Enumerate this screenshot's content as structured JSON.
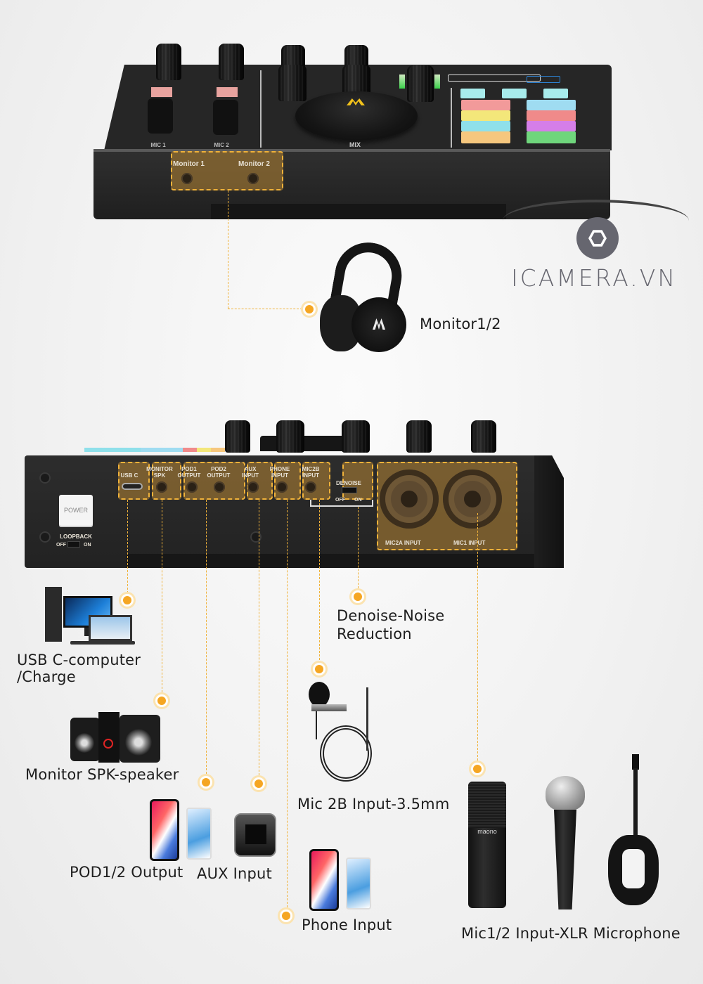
{
  "watermark": {
    "brand": "ICAMERA.VN"
  },
  "top_device": {
    "panel_labels": {
      "mic1": "MIC 1",
      "mic2": "MIC 2",
      "mix": "MIX"
    },
    "ports": [
      {
        "label": "Monitor 1"
      },
      {
        "label": "Monitor 2"
      }
    ]
  },
  "headphones": {
    "label": "Monitor1/2"
  },
  "rear_device": {
    "power_button": "POWER",
    "loopback": {
      "title": "LOOPBACK",
      "off": "OFF",
      "on": "ON"
    },
    "ports": [
      {
        "label": "USB C"
      },
      {
        "label": "MONITOR SPK"
      },
      {
        "label": "POD1 OUTPUT"
      },
      {
        "label": "POD2 OUTPUT"
      },
      {
        "label": "AUX INPUT"
      },
      {
        "label": "PHONE INPUT"
      },
      {
        "label": "MIC2B INPUT"
      }
    ],
    "denoise": {
      "title": "DENOISE",
      "off": "OFF",
      "on": "ON"
    },
    "xlr": [
      {
        "label": "MIC2A INPUT"
      },
      {
        "label": "MIC1 INPUT"
      }
    ]
  },
  "connections": [
    {
      "label_line1": "USB C-computer",
      "label_line2": "/Charge",
      "device": "desktop-and-laptop"
    },
    {
      "label": "Monitor SPK-speaker",
      "device": "speaker-system"
    },
    {
      "label": "POD1/2 Output",
      "device": "smartphones"
    },
    {
      "label": "AUX Input",
      "device": "mp3-player"
    },
    {
      "label": "Phone Input",
      "device": "smartphones"
    },
    {
      "label": "Mic 2B Input-3.5mm",
      "device": "lavalier-mic"
    },
    {
      "label_line1": "Denoise-Noise",
      "label_line2": "Reduction"
    },
    {
      "label": "Mic1/2 Input-XLR Microphone",
      "device": "condenser-mic, dynamic-mic, electric-guitar"
    }
  ],
  "mic_brand": "maono",
  "colors": {
    "accent": "#f5a623",
    "dashed_line": "#f0b23a",
    "highlight": "#96703280",
    "device_body": "#2a2a2a"
  }
}
